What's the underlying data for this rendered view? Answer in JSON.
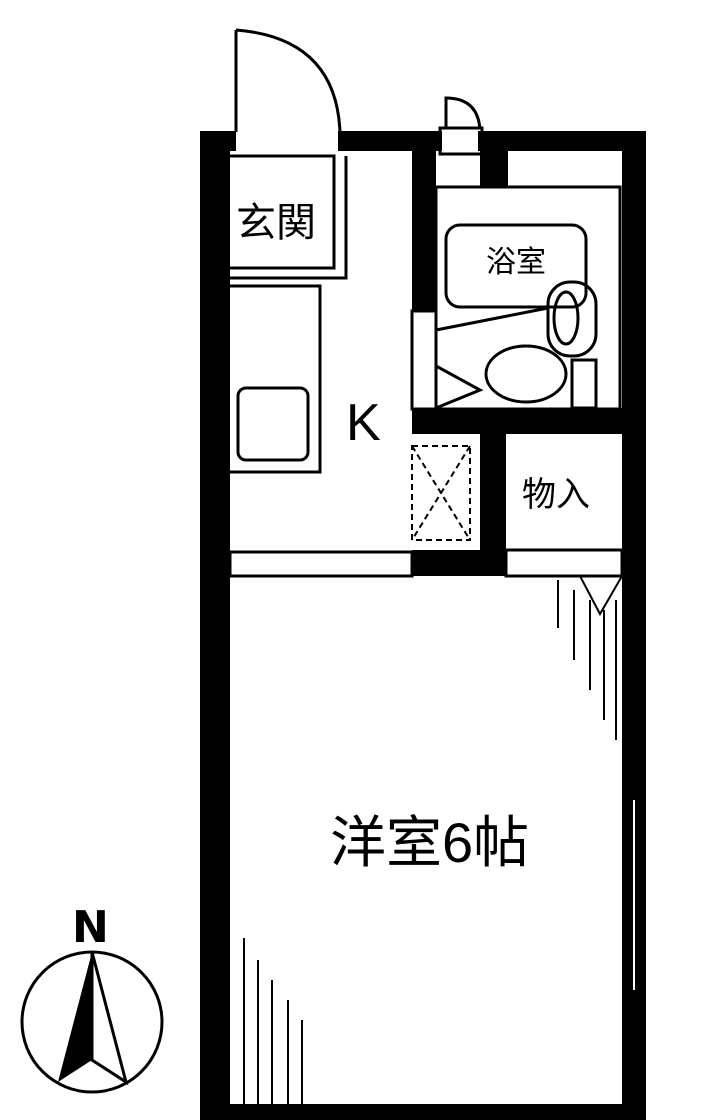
{
  "floorplan": {
    "rooms": {
      "entrance": "玄関",
      "bath": "浴室",
      "kitchen": "K",
      "storage": "物入",
      "western_room": "洋室6帖"
    },
    "compass": {
      "north_label": "N"
    }
  }
}
